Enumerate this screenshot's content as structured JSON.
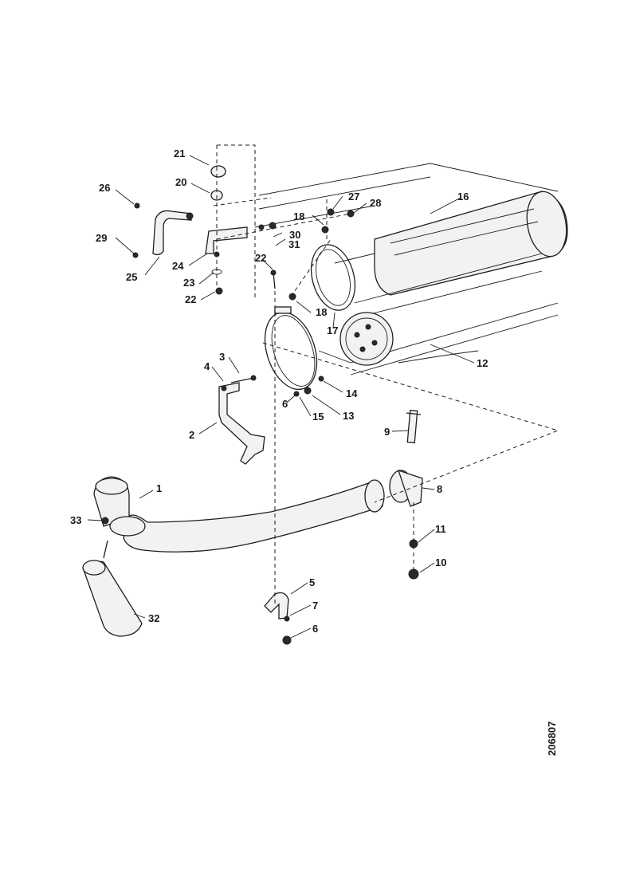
{
  "document_number": "206807",
  "callouts": {
    "c1": "1",
    "c2": "2",
    "c3": "3",
    "c4": "4",
    "c5": "5",
    "c6": "6",
    "c7": "7",
    "c8": "8",
    "c9": "9",
    "c10": "10",
    "c11": "11",
    "c12": "12",
    "c13": "13",
    "c14": "14",
    "c15": "15",
    "c16": "16",
    "c17": "17",
    "c18a": "18",
    "c18b": "18",
    "c20": "20",
    "c21": "21",
    "c22a": "22",
    "c22b": "22",
    "c23": "23",
    "c24": "24",
    "c25": "25",
    "c26": "26",
    "c27": "27",
    "c28": "28",
    "c29": "29",
    "c30": "30",
    "c31": "31",
    "c32": "32",
    "c33": "33"
  }
}
